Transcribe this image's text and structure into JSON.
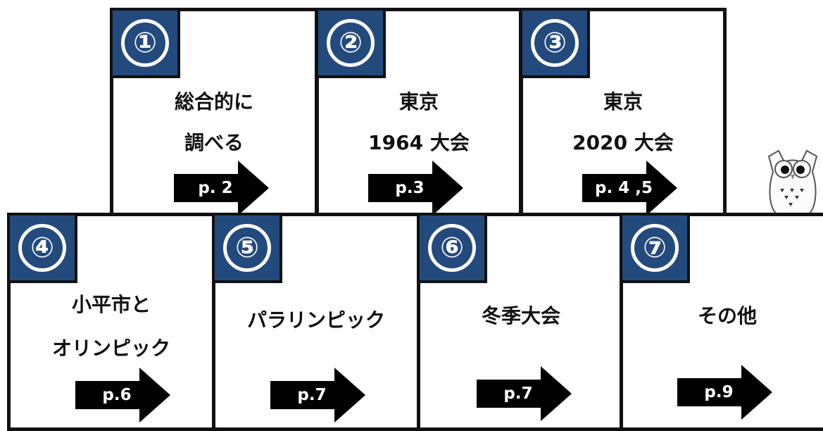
{
  "colors": {
    "badge_fill": "#234a7d",
    "border": "#111111",
    "arrow": "#000000"
  },
  "cards": [
    {
      "number": "①",
      "lines": [
        "総合的に",
        "調べる"
      ],
      "page": "p. 2"
    },
    {
      "number": "②",
      "lines": [
        "東京",
        "1964 大会"
      ],
      "page": "p.3"
    },
    {
      "number": "③",
      "lines": [
        "東京",
        "2020 大会"
      ],
      "page": "p. 4 ,5"
    },
    {
      "number": "④",
      "lines": [
        "小平市と",
        "オリンピック"
      ],
      "page": "p.6"
    },
    {
      "number": "⑤",
      "lines": [
        "パラリンピック"
      ],
      "page": "p.7"
    },
    {
      "number": "⑥",
      "lines": [
        "冬季大会"
      ],
      "page": "p.7"
    },
    {
      "number": "⑦",
      "lines": [
        "その他"
      ],
      "page": "p.9"
    }
  ],
  "decorations": {
    "mascot": "owl-icon"
  }
}
